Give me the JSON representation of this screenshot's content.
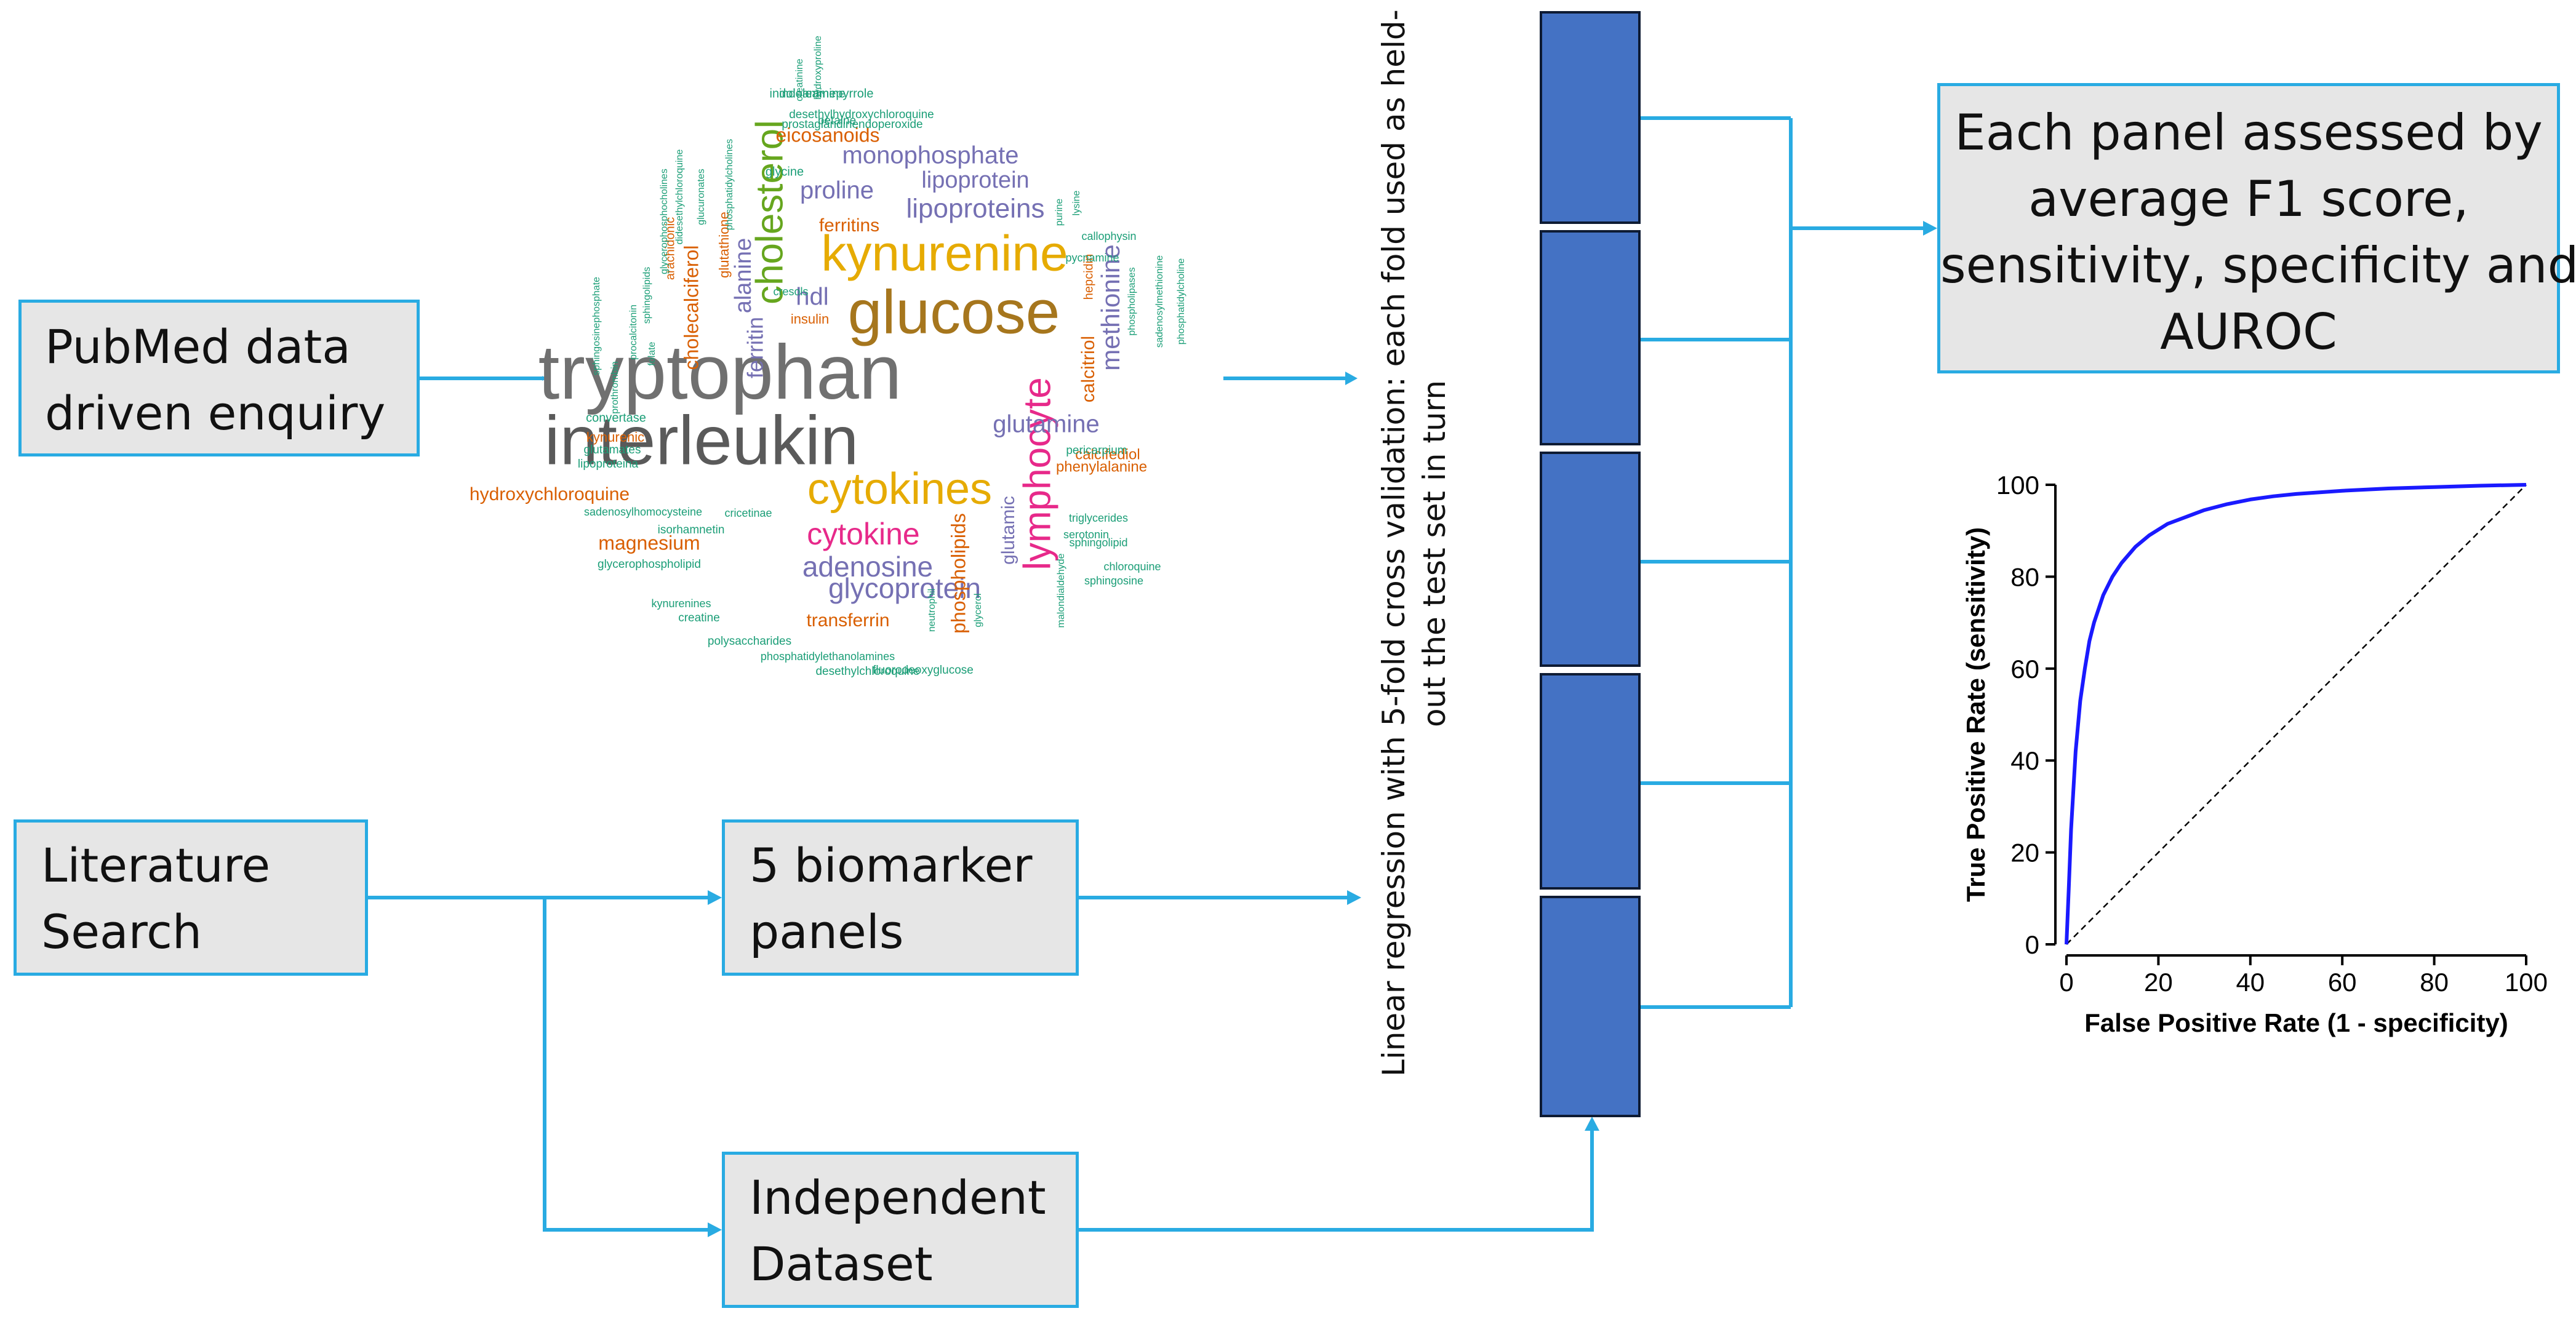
{
  "boxes": {
    "pubmed": [
      "PubMed data",
      "driven enquiry"
    ],
    "literature": [
      "Literature",
      "Search"
    ],
    "biomarker": [
      "5 biomarker",
      "panels"
    ],
    "independent": [
      "Independent",
      "Dataset"
    ],
    "assessment": [
      "Each panel assessed by",
      "average F1 score,",
      "sensitivity, specificity and",
      "AUROC"
    ]
  },
  "cross_validation_label": [
    "Linear regression with 5-fold cross validation: each fold used as held-",
    "out the test set in turn"
  ],
  "folds": 5,
  "colors": {
    "arrow": "#29abe2",
    "box_fill": "#e6e6e6",
    "fold_fill": "#4472c4",
    "roc_curve": "#1a1aff"
  },
  "wordcloud": [
    {
      "text": "tryptophan",
      "color": "#707070"
    },
    {
      "text": "interleukin",
      "color": "#5a5a5a"
    },
    {
      "text": "glucose",
      "color": "#a6761d"
    },
    {
      "text": "kynurenine",
      "color": "#e6ab02"
    },
    {
      "text": "cytokines",
      "color": "#e6ab02"
    },
    {
      "text": "cholesterol",
      "color": "#66a61e"
    },
    {
      "text": "lymphocyte",
      "color": "#e7298a"
    },
    {
      "text": "cytokine",
      "color": "#e7298a"
    },
    {
      "text": "adenosine",
      "color": "#7570b3"
    },
    {
      "text": "glycoprotein",
      "color": "#7570b3"
    },
    {
      "text": "lipoproteins",
      "color": "#7570b3"
    },
    {
      "text": "monophosphate",
      "color": "#7570b3"
    },
    {
      "text": "lipoprotein",
      "color": "#7570b3"
    },
    {
      "text": "proline",
      "color": "#7570b3"
    },
    {
      "text": "glutamine",
      "color": "#7570b3"
    },
    {
      "text": "methionine",
      "color": "#7570b3"
    },
    {
      "text": "alanine",
      "color": "#7570b3"
    },
    {
      "text": "hdl",
      "color": "#7570b3"
    },
    {
      "text": "ferritin",
      "color": "#7570b3"
    },
    {
      "text": "glutamic",
      "color": "#7570b3"
    },
    {
      "text": "eicosanoids",
      "color": "#d95f02"
    },
    {
      "text": "hydroxychloroquine",
      "color": "#d95f02"
    },
    {
      "text": "magnesium",
      "color": "#d95f02"
    },
    {
      "text": "transferrin",
      "color": "#d95f02"
    },
    {
      "text": "phospholipids",
      "color": "#d95f02"
    },
    {
      "text": "calcitriol",
      "color": "#d95f02"
    },
    {
      "text": "ferritins",
      "color": "#d95f02"
    },
    {
      "text": "cholecalciferol",
      "color": "#d95f02"
    },
    {
      "text": "phenylalanine",
      "color": "#d95f02"
    },
    {
      "text": "calcifediol",
      "color": "#d95f02"
    },
    {
      "text": "insulin",
      "color": "#d95f02"
    },
    {
      "text": "hepcidin",
      "color": "#d95f02"
    },
    {
      "text": "glutathione",
      "color": "#d95f02"
    },
    {
      "text": "kynurenic",
      "color": "#d95f02"
    },
    {
      "text": "arachidonic",
      "color": "#d95f02"
    },
    {
      "text": "indoleamine",
      "color": "#1b9e77"
    },
    {
      "text": "indoleaminepyrrole",
      "color": "#1b9e77"
    },
    {
      "text": "desethylhydroxychloroquine",
      "color": "#1b9e77"
    },
    {
      "text": "prostaglandinendoperoxide",
      "color": "#1b9e77"
    },
    {
      "text": "betaine",
      "color": "#1b9e77"
    },
    {
      "text": "creatinine",
      "color": "#1b9e77"
    },
    {
      "text": "hydroxyproline",
      "color": "#1b9e77"
    },
    {
      "text": "glycine",
      "color": "#1b9e77"
    },
    {
      "text": "cresols",
      "color": "#1b9e77"
    },
    {
      "text": "callophysin",
      "color": "#1b9e77"
    },
    {
      "text": "pycnamine",
      "color": "#1b9e77"
    },
    {
      "text": "lysine",
      "color": "#1b9e77"
    },
    {
      "text": "purine",
      "color": "#1b9e77"
    },
    {
      "text": "phospholipases",
      "color": "#1b9e77"
    },
    {
      "text": "sadenosylmethionine",
      "color": "#1b9e77"
    },
    {
      "text": "phosphatidylcholine",
      "color": "#1b9e77"
    },
    {
      "text": "pericarpium",
      "color": "#1b9e77"
    },
    {
      "text": "triglycerides",
      "color": "#1b9e77"
    },
    {
      "text": "serotonin",
      "color": "#1b9e77"
    },
    {
      "text": "sphingolipid",
      "color": "#1b9e77"
    },
    {
      "text": "chloroquine",
      "color": "#1b9e77"
    },
    {
      "text": "sphingosine",
      "color": "#1b9e77"
    },
    {
      "text": "malondialdehyde",
      "color": "#1b9e77"
    },
    {
      "text": "neutrophil",
      "color": "#1b9e77"
    },
    {
      "text": "glycerol",
      "color": "#1b9e77"
    },
    {
      "text": "convertase",
      "color": "#1b9e77"
    },
    {
      "text": "glutamates",
      "color": "#1b9e77"
    },
    {
      "text": "lipoproteina",
      "color": "#1b9e77"
    },
    {
      "text": "sadenosylhomocysteine",
      "color": "#1b9e77"
    },
    {
      "text": "isorhamnetin",
      "color": "#1b9e77"
    },
    {
      "text": "cricetinae",
      "color": "#1b9e77"
    },
    {
      "text": "glycerophospholipid",
      "color": "#1b9e77"
    },
    {
      "text": "kynurenines",
      "color": "#1b9e77"
    },
    {
      "text": "creatine",
      "color": "#1b9e77"
    },
    {
      "text": "polysaccharides",
      "color": "#1b9e77"
    },
    {
      "text": "phosphatidylethanolamines",
      "color": "#1b9e77"
    },
    {
      "text": "desethylchloroquine",
      "color": "#1b9e77"
    },
    {
      "text": "fluorodeoxyglucose",
      "color": "#1b9e77"
    },
    {
      "text": "sphingosinephosphate",
      "color": "#1b9e77"
    },
    {
      "text": "prothrombin",
      "color": "#1b9e77"
    },
    {
      "text": "procalcitonin",
      "color": "#1b9e77"
    },
    {
      "text": "sphingolipids",
      "color": "#1b9e77"
    },
    {
      "text": "glycerophosphocholines",
      "color": "#1b9e77"
    },
    {
      "text": "didesethylchloroquine",
      "color": "#1b9e77"
    },
    {
      "text": "glucuronates",
      "color": "#1b9e77"
    },
    {
      "text": "phosphatidylcholines",
      "color": "#1b9e77"
    },
    {
      "text": "folate",
      "color": "#1b9e77"
    }
  ],
  "chart_data": {
    "type": "line",
    "xlabel": "False Positive Rate (1 - specificity)",
    "ylabel": "True Positive Rate (sensitivity)",
    "xlim": [
      0,
      100
    ],
    "ylim": [
      0,
      100
    ],
    "xticks": [
      "0",
      "20",
      "40",
      "60",
      "80",
      "100"
    ],
    "yticks": [
      "0",
      "20",
      "40",
      "60",
      "80",
      "100"
    ],
    "series": [
      {
        "x": [
          0,
          0.5,
          1,
          2,
          3,
          4,
          5,
          6,
          8,
          10,
          12,
          15,
          18,
          22,
          26,
          30,
          35,
          40,
          45,
          50,
          60,
          70,
          80,
          90,
          100
        ],
        "y": [
          0,
          12,
          25,
          42,
          53,
          60,
          66,
          70,
          76,
          80,
          83,
          86.5,
          89,
          91.5,
          93,
          94.5,
          95.8,
          96.8,
          97.5,
          98,
          98.7,
          99.2,
          99.5,
          99.8,
          100
        ]
      },
      {
        "x": [
          0,
          100
        ],
        "y": [
          0,
          100
        ]
      }
    ],
    "grid": false,
    "legend": "none"
  }
}
